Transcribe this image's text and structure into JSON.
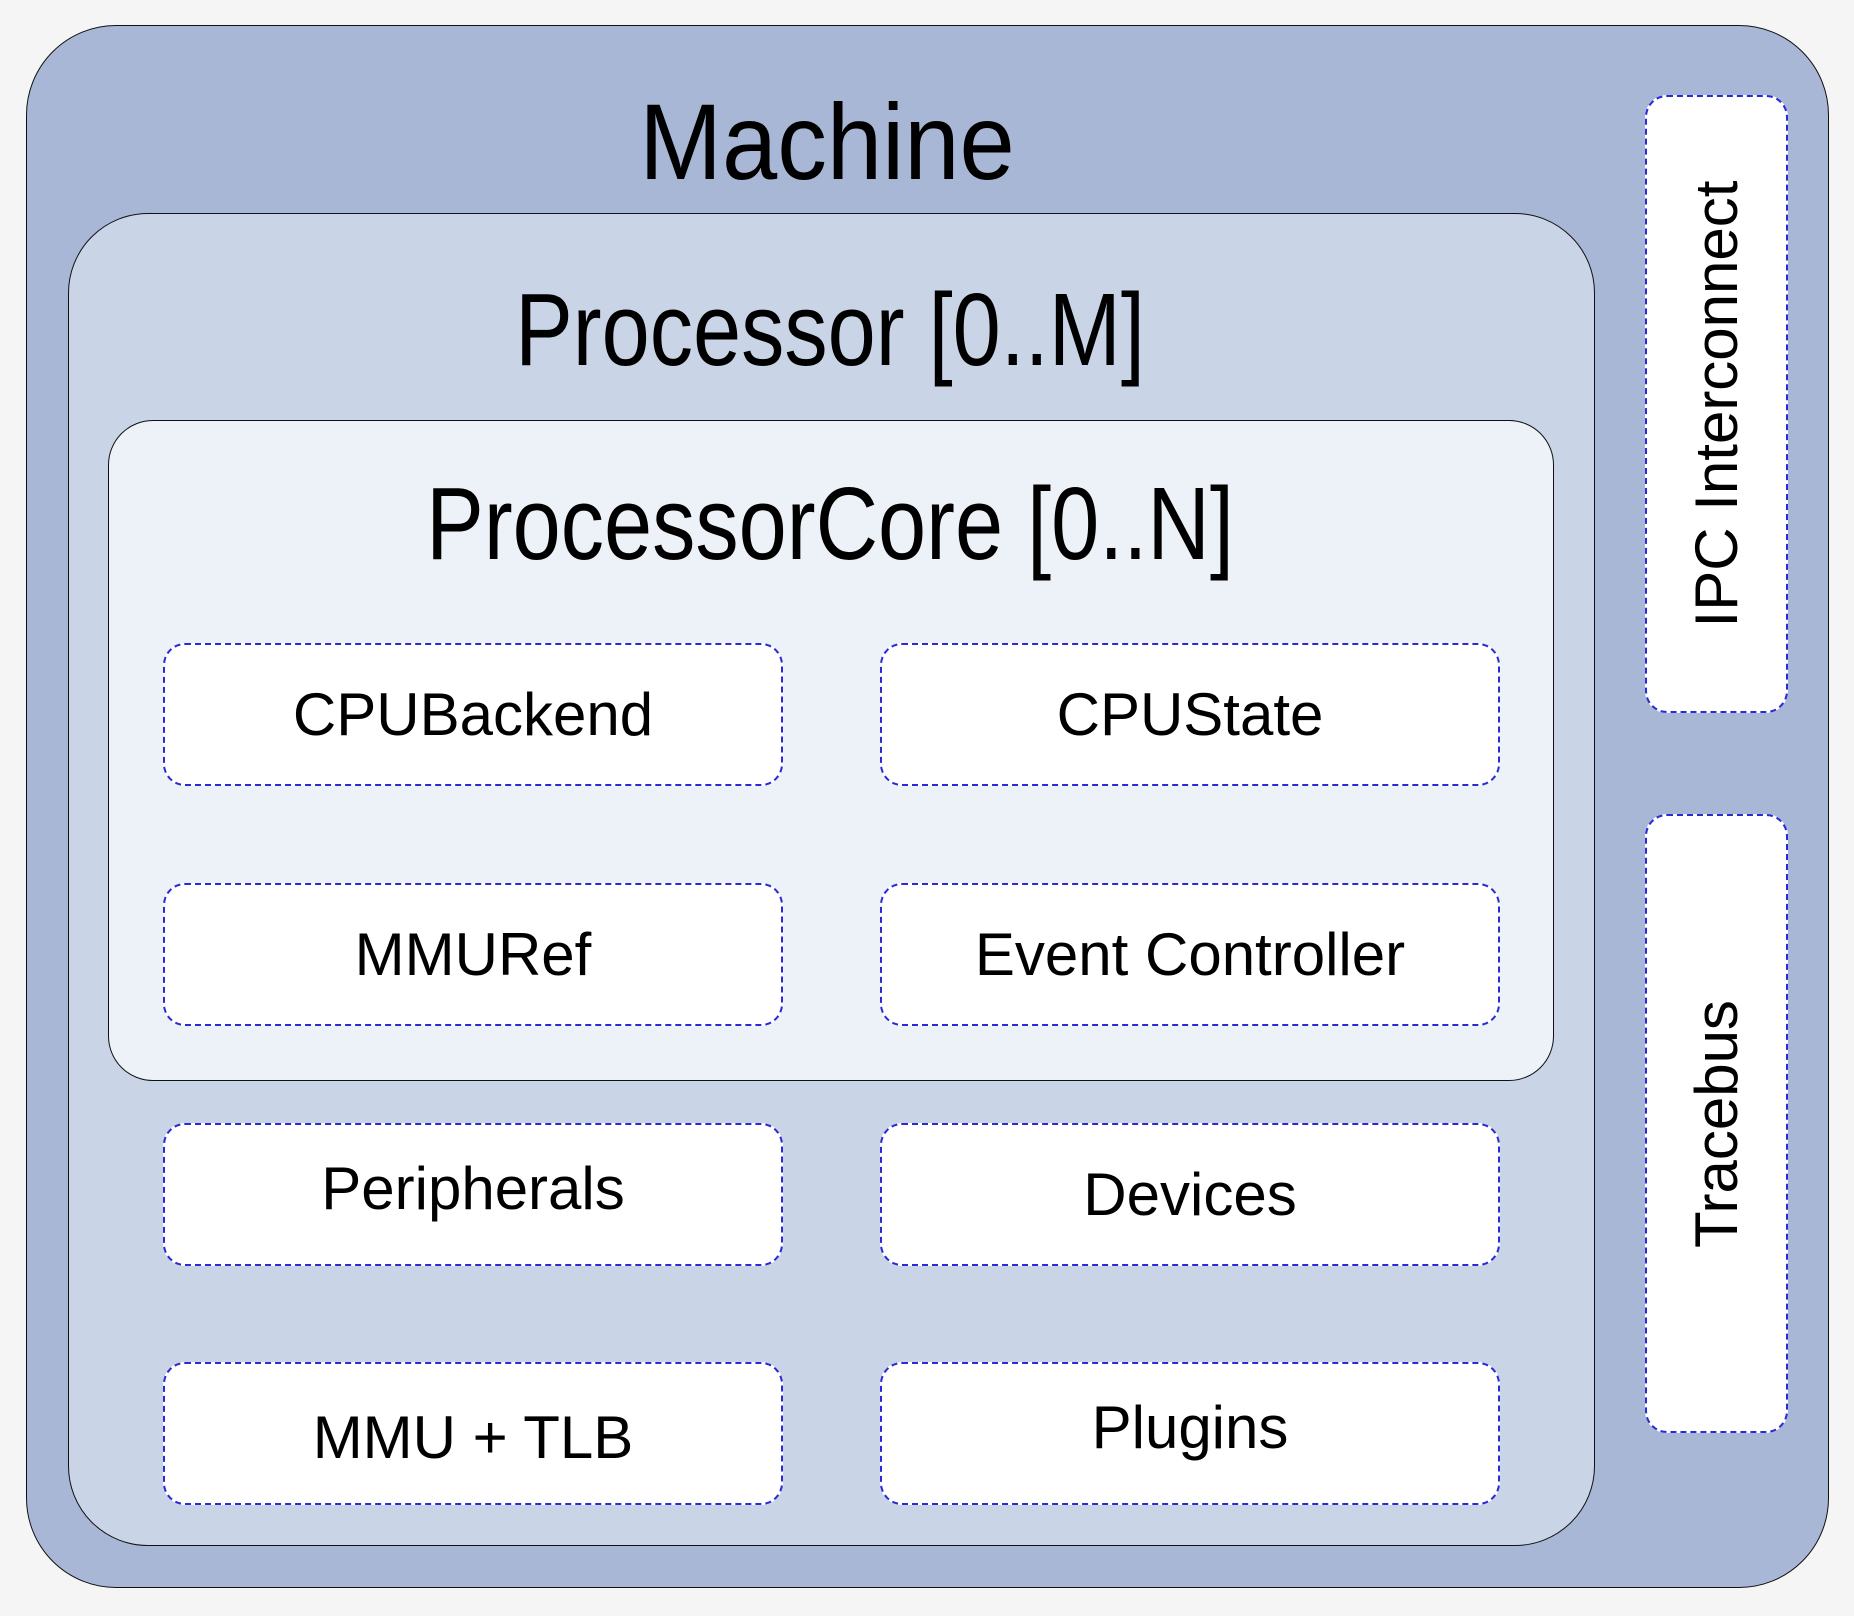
{
  "diagram": {
    "machine": {
      "title": "Machine"
    },
    "processor": {
      "title": "Processor [0..M]"
    },
    "processor_core": {
      "title": "ProcessorCore [0..N]",
      "components": [
        "CPUBackend",
        "CPUState",
        "MMURef",
        "Event Controller"
      ]
    },
    "processor_components": [
      "Peripherals",
      "Devices",
      "MMU + TLB",
      "Plugins"
    ],
    "machine_side": {
      "ipc": "IPC Interconnect",
      "tracebus": "Tracebus"
    },
    "colors": {
      "background": "#f5f5f5",
      "machine_fill": "#a8b7d5",
      "processor_fill": "#c9d4e6",
      "core_fill": "#edf1f8",
      "component_fill": "#ffffff",
      "component_border": "#2a2ad6",
      "container_border": "#111111"
    }
  }
}
